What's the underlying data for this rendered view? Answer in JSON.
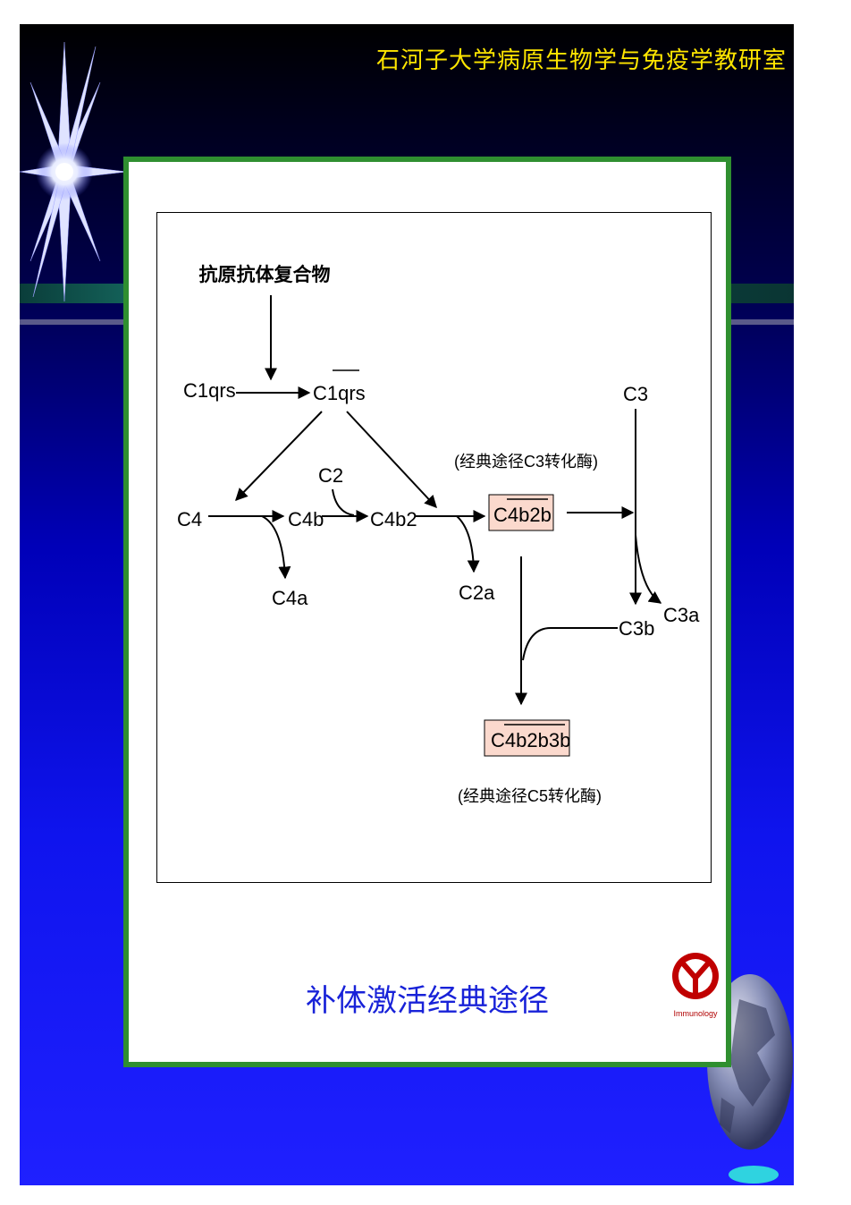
{
  "header": {
    "title": "石河子大学病原生物学与免疫学教研室"
  },
  "diagram": {
    "complex": "抗原抗体复合物",
    "c1qrs": "C1qrs",
    "c1_prefix": "C1",
    "c1_bar": "qrs",
    "c4": "C4",
    "c4b": "C4b",
    "c4a": "C4a",
    "c2": "C2",
    "c4b2": "C4b2",
    "c2a": "C2a",
    "c3_convertase_note": "(经典途径C3转化酶)",
    "c3_conv_prefix": "C",
    "c3_conv_bar": "4b2b",
    "c3": "C3",
    "c3b": "C3b",
    "c3a": "C3a",
    "c5_conv_prefix": "C",
    "c5_conv_bar": "4b2b3b",
    "c5_convertase_note": "(经典途径C5转化酶)"
  },
  "caption": "补体激活经典途径",
  "logo": {
    "text": "Immunology",
    "color": "#c00000"
  },
  "colors": {
    "background": "#0a10c8",
    "header_text": "#ffe600",
    "panel_border": "#2f8f30",
    "highlight_box": "#fbd9cd",
    "caption": "#1822d8"
  },
  "icons": {
    "star": "sparkle-star-icon",
    "globe": "globe-icon"
  }
}
